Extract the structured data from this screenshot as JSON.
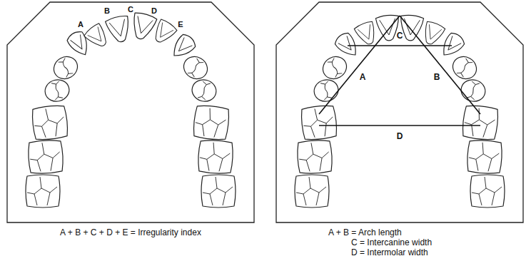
{
  "diagram": {
    "labels": [
      "A",
      "B",
      "C",
      "D",
      "E",
      "A + B + C + D + E = Irregularity index",
      "A",
      "B",
      "C",
      "D",
      "A + B = Arch length",
      "C = Intercanine width",
      "D = Intermolar width"
    ]
  }
}
